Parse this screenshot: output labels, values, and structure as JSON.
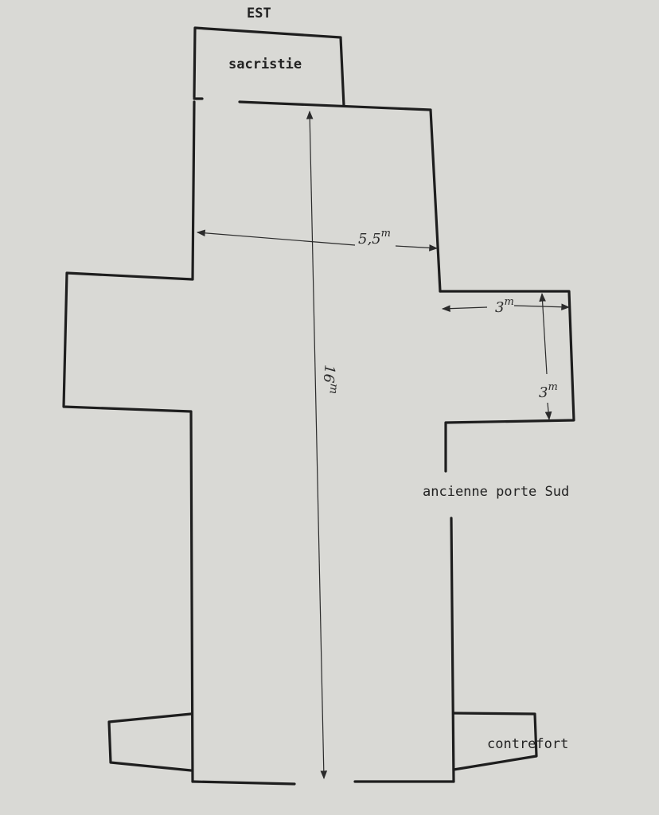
{
  "labels": {
    "orientation": "EST",
    "sacristy": "sacristie",
    "old_door": "ancienne porte Sud",
    "buttress": "contrefort"
  },
  "dimensions": {
    "nave_length": "16",
    "nave_width": "5,5",
    "chapel_width": "3",
    "chapel_depth": "3",
    "unit": "m"
  },
  "colors": {
    "paper": "#d9d9d5",
    "ink": "#1e1e1e"
  }
}
